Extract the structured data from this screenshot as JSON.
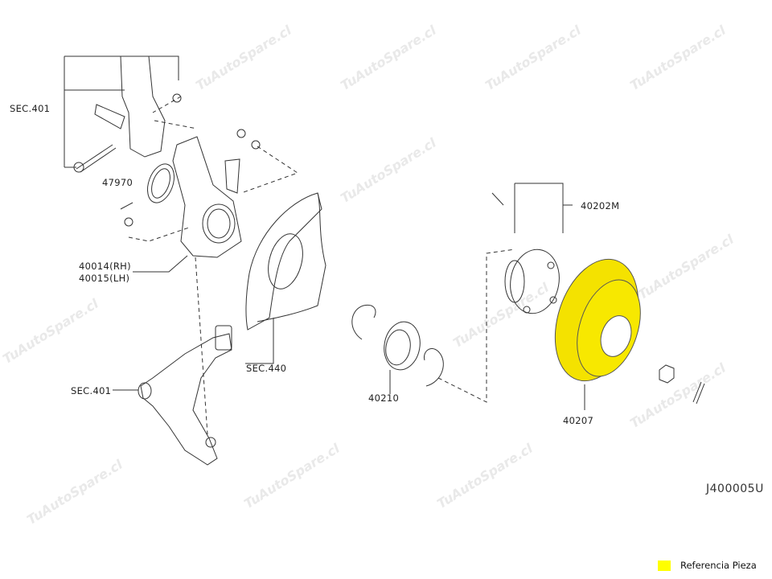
{
  "watermark": "TuAutoSpare.cl",
  "labels": {
    "sec401_top": "SEC.401",
    "p47970": "47970",
    "p40014": "40014(RH)",
    "p40015": "40015(LH)",
    "sec440": "SEC.440",
    "sec401_bottom": "SEC.401",
    "p40210": "40210",
    "p40202m": "40202M",
    "p40207": "40207"
  },
  "diagram_code": "J400005U",
  "legend": {
    "label": "Referencia Pieza",
    "color": "#ffff00"
  }
}
